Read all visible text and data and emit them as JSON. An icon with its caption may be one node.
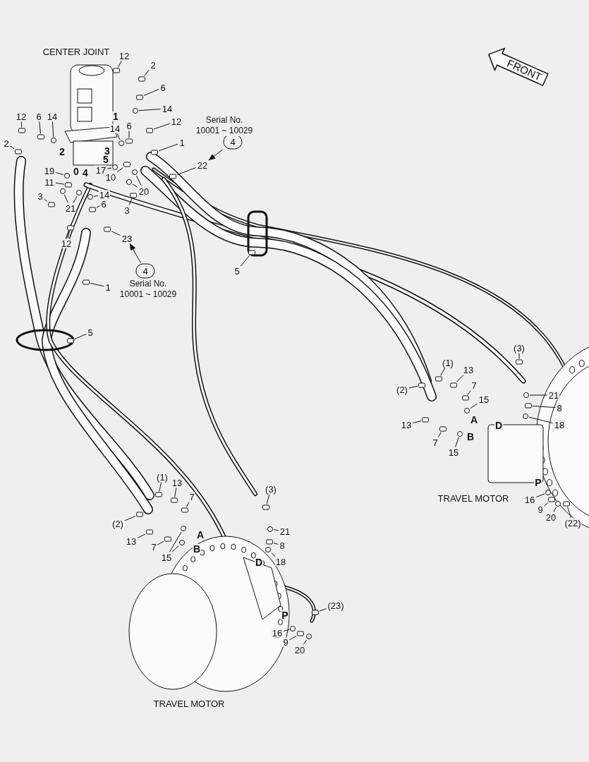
{
  "diagram": {
    "nodes": [
      {
        "text": [
          "FRONT"
        ]
      },
      {
        "text": [
          "12"
        ]
      },
      {
        "text": [
          "2"
        ]
      },
      {
        "text": [
          "6"
        ]
      },
      {
        "text": [
          "14"
        ]
      },
      {
        "text": [
          "12"
        ]
      },
      {
        "text": [
          "6"
        ]
      },
      {
        "text": [
          "14"
        ]
      },
      {
        "text": [
          "6"
        ]
      },
      {
        "text": [
          "14"
        ]
      },
      {
        "text": [
          "12"
        ]
      },
      {
        "text": [
          "1"
        ]
      },
      {
        "text": [
          "4"
        ],
        "beside": [
          "Serial No. 10001 ~ 10029"
        ]
      },
      {
        "text": [
          "22"
        ]
      },
      {
        "text": [
          "2"
        ]
      },
      {
        "text": [
          "19"
        ]
      },
      {
        "text": [
          "17"
        ]
      },
      {
        "text": [
          "10"
        ]
      },
      {
        "text": [
          "11"
        ]
      },
      {
        "text": [
          "20"
        ]
      },
      {
        "text": [
          "3"
        ]
      },
      {
        "text": [
          "14"
        ]
      },
      {
        "text": [
          "21"
        ]
      },
      {
        "text": [
          "6"
        ]
      },
      {
        "text": [
          "3"
        ]
      },
      {
        "text": [
          "12"
        ]
      },
      {
        "text": [
          "23"
        ]
      },
      {
        "text": [
          "4"
        ],
        "beside": [
          "Serial No. 10001 ~ 10029"
        ]
      },
      {
        "text": [
          "1"
        ]
      },
      {
        "text": [
          "5"
        ]
      },
      {
        "text": [
          "5"
        ]
      },
      {
        "text": [
          "(3)"
        ]
      },
      {
        "text": [
          "(1)"
        ]
      },
      {
        "text": [
          "13"
        ]
      },
      {
        "text": [
          "(2)"
        ]
      },
      {
        "text": [
          "7"
        ]
      },
      {
        "text": [
          "21"
        ]
      },
      {
        "text": [
          "15"
        ]
      },
      {
        "text": [
          "8"
        ]
      },
      {
        "text": [
          "13"
        ]
      },
      {
        "text": [
          "18"
        ]
      },
      {
        "text": [
          "7"
        ]
      },
      {
        "text": [
          "15"
        ]
      },
      {
        "text": [
          "16"
        ]
      },
      {
        "text": [
          "9"
        ]
      },
      {
        "text": [
          "20"
        ]
      },
      {
        "text": [
          "(22)"
        ]
      },
      {
        "text": [
          "(1)"
        ]
      },
      {
        "text": [
          "13"
        ]
      },
      {
        "text": [
          "7"
        ]
      },
      {
        "text": [
          "(3)"
        ]
      },
      {
        "text": [
          "(2)"
        ]
      },
      {
        "text": [
          "21"
        ]
      },
      {
        "text": [
          "13"
        ]
      },
      {
        "text": [
          "7"
        ]
      },
      {
        "text": [
          "8"
        ]
      },
      {
        "text": [
          "15"
        ]
      },
      {
        "text": [
          "18"
        ]
      },
      {
        "text": [
          "(23)"
        ]
      },
      {
        "text": [
          "16"
        ]
      },
      {
        "text": [
          "9"
        ]
      },
      {
        "text": [
          "20"
        ]
      },
      {
        "text": [],
        "shape": "box"
      },
      {
        "text": [],
        "shape": "box"
      },
      {
        "text": [],
        "shape": "box"
      },
      {
        "text": [],
        "shape": "circle"
      },
      {
        "text": [],
        "shape": "box"
      },
      {
        "text": [],
        "shape": "box"
      },
      {
        "text": [],
        "shape": "circle"
      },
      {
        "text": [],
        "shape": "box"
      },
      {
        "text": [],
        "shape": "circle"
      },
      {
        "text": [],
        "shape": "box"
      },
      {
        "text": [],
        "shape": "box"
      },
      {
        "text": [],
        "shape": "box"
      },
      {
        "text": [],
        "shape": "box"
      },
      {
        "text": [],
        "shape": "circle"
      },
      {
        "text": [],
        "shape": "circle"
      },
      {
        "text": [],
        "shape": "box"
      },
      {
        "text": [],
        "shape": "box"
      },
      {
        "text": [],
        "shape": "circle"
      },
      {
        "text": [],
        "shape": "circle"
      },
      {
        "text": [],
        "shape": "box"
      },
      {
        "text": [],
        "shape": "circle"
      },
      {
        "text": [],
        "shape": "circle"
      },
      {
        "text": [],
        "shape": "circle"
      },
      {
        "text": [],
        "shape": "box"
      },
      {
        "text": [],
        "shape": "box"
      },
      {
        "text": [],
        "shape": "box"
      },
      {
        "text": [],
        "shape": "box"
      },
      {
        "text": [],
        "shape": "box"
      },
      {
        "text": [],
        "shape": "box"
      },
      {
        "text": [],
        "shape": "box"
      },
      {
        "text": [],
        "shape": "box"
      },
      {
        "text": [],
        "shape": "box"
      },
      {
        "text": [],
        "shape": "box"
      },
      {
        "text": [],
        "shape": "box"
      },
      {
        "text": [],
        "shape": "box"
      },
      {
        "text": [],
        "shape": "circle"
      },
      {
        "text": [],
        "shape": "circle"
      },
      {
        "text": [],
        "shape": "box"
      },
      {
        "text": [],
        "shape": "box"
      },
      {
        "text": [],
        "shape": "circle"
      },
      {
        "text": [],
        "shape": "box"
      },
      {
        "text": [],
        "shape": "circle"
      },
      {
        "text": [],
        "shape": "circle"
      },
      {
        "text": [],
        "shape": "box"
      },
      {
        "text": [],
        "shape": "circle"
      },
      {
        "text": [],
        "shape": "box"
      },
      {
        "text": [],
        "shape": "box"
      },
      {
        "text": [],
        "shape": "box"
      },
      {
        "text": [],
        "shape": "box"
      },
      {
        "text": [],
        "shape": "box"
      },
      {
        "text": [],
        "shape": "box"
      },
      {
        "text": [],
        "shape": "circle"
      },
      {
        "text": [],
        "shape": "box"
      },
      {
        "text": [],
        "shape": "box"
      },
      {
        "text": [],
        "shape": "box"
      },
      {
        "text": [],
        "shape": "circle"
      },
      {
        "text": [],
        "shape": "circle"
      },
      {
        "text": [],
        "shape": "circle"
      },
      {
        "text": [],
        "shape": "box"
      },
      {
        "text": [],
        "shape": "circle"
      },
      {
        "text": [],
        "shape": "box"
      },
      {
        "text": [],
        "shape": "circle"
      }
    ],
    "edges": [
      {
        "from": 1,
        "to": 62,
        "arrow": "none"
      },
      {
        "from": 2,
        "to": 63,
        "arrow": "none"
      },
      {
        "from": 3,
        "to": 64,
        "arrow": "none"
      },
      {
        "from": 4,
        "to": 65,
        "arrow": "none"
      },
      {
        "from": 5,
        "to": 66,
        "arrow": "none"
      },
      {
        "from": 6,
        "to": 67,
        "arrow": "none"
      },
      {
        "from": 7,
        "to": 68,
        "arrow": "none"
      },
      {
        "from": 8,
        "to": 69,
        "arrow": "none"
      },
      {
        "from": 9,
        "to": 70,
        "arrow": "none"
      },
      {
        "from": 10,
        "to": 71,
        "arrow": "none"
      },
      {
        "from": 11,
        "to": 72,
        "arrow": "none"
      },
      {
        "from": 12,
        "to": 13,
        "arrow": "to"
      },
      {
        "from": 13,
        "to": 73,
        "arrow": "none"
      },
      {
        "from": 14,
        "to": 74,
        "arrow": "none"
      },
      {
        "from": 15,
        "to": 75,
        "arrow": "none"
      },
      {
        "from": 16,
        "to": 76,
        "arrow": "none"
      },
      {
        "from": 17,
        "to": 77,
        "arrow": "none"
      },
      {
        "from": 18,
        "to": 78,
        "arrow": "none"
      },
      {
        "from": 19,
        "to": 79,
        "arrow": "none"
      },
      {
        "from": 19,
        "to": 80,
        "arrow": "none"
      },
      {
        "from": 20,
        "to": 81,
        "arrow": "none"
      },
      {
        "from": 21,
        "to": 82,
        "arrow": "none"
      },
      {
        "from": 22,
        "to": 83,
        "arrow": "none"
      },
      {
        "from": 22,
        "to": 84,
        "arrow": "none"
      },
      {
        "from": 23,
        "to": 85,
        "arrow": "none"
      },
      {
        "from": 24,
        "to": 86,
        "arrow": "none"
      },
      {
        "from": 25,
        "to": 87,
        "arrow": "none"
      },
      {
        "from": 26,
        "to": 88,
        "arrow": "none"
      },
      {
        "from": 27,
        "to": 26,
        "arrow": "to"
      },
      {
        "from": 28,
        "to": 89,
        "arrow": "none"
      },
      {
        "from": 29,
        "to": 90,
        "arrow": "none"
      },
      {
        "from": 30,
        "to": 91,
        "arrow": "none"
      },
      {
        "from": 31,
        "to": 92,
        "arrow": "none"
      },
      {
        "from": 32,
        "to": 93,
        "arrow": "none"
      },
      {
        "from": 33,
        "to": 94,
        "arrow": "none"
      },
      {
        "from": 34,
        "to": 95,
        "arrow": "none"
      },
      {
        "from": 35,
        "to": 96,
        "arrow": "none"
      },
      {
        "from": 36,
        "to": 97,
        "arrow": "none"
      },
      {
        "from": 37,
        "to": 98,
        "arrow": "none"
      },
      {
        "from": 38,
        "to": 99,
        "arrow": "none"
      },
      {
        "from": 39,
        "to": 100,
        "arrow": "none"
      },
      {
        "from": 40,
        "to": 101,
        "arrow": "none"
      },
      {
        "from": 41,
        "to": 102,
        "arrow": "none"
      },
      {
        "from": 42,
        "to": 103,
        "arrow": "none"
      },
      {
        "from": 43,
        "to": 104,
        "arrow": "none"
      },
      {
        "from": 44,
        "to": 105,
        "arrow": "none"
      },
      {
        "from": 45,
        "to": 106,
        "arrow": "none"
      },
      {
        "from": 46,
        "to": 107,
        "arrow": "none"
      },
      {
        "from": 47,
        "to": 108,
        "arrow": "none"
      },
      {
        "from": 48,
        "to": 109,
        "arrow": "none"
      },
      {
        "from": 49,
        "to": 110,
        "arrow": "none"
      },
      {
        "from": 50,
        "to": 111,
        "arrow": "none"
      },
      {
        "from": 51,
        "to": 112,
        "arrow": "none"
      },
      {
        "from": 52,
        "to": 113,
        "arrow": "none"
      },
      {
        "from": 53,
        "to": 114,
        "arrow": "none"
      },
      {
        "from": 54,
        "to": 115,
        "arrow": "none"
      },
      {
        "from": 55,
        "to": 116,
        "arrow": "none"
      },
      {
        "from": 56,
        "to": 117,
        "arrow": "none"
      },
      {
        "from": 56,
        "to": 118,
        "arrow": "none"
      },
      {
        "from": 57,
        "to": 119,
        "arrow": "none"
      },
      {
        "from": 58,
        "to": 120,
        "arrow": "none"
      },
      {
        "from": 59,
        "to": 121,
        "arrow": "none"
      },
      {
        "from": 60,
        "to": 122,
        "arrow": "none"
      },
      {
        "from": 61,
        "to": 123,
        "arrow": "none"
      }
    ],
    "labels": [
      "CENTER JOINT",
      "1",
      "2",
      "3",
      "5",
      "0",
      "4",
      "A",
      "D",
      "B",
      "P",
      "TRAVEL MOTOR",
      "A",
      "B",
      "D",
      "P",
      "TRAVEL MOTOR"
    ]
  }
}
